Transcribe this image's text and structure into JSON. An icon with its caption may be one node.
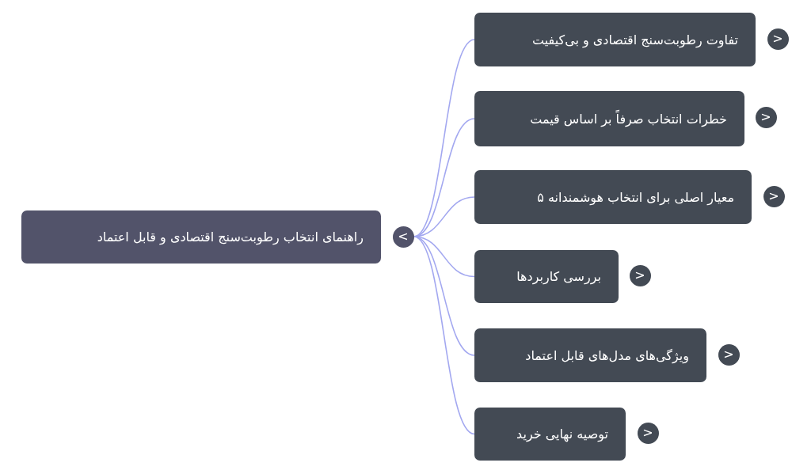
{
  "diagram": {
    "nodes": [
      {
        "text": [
          "راهنمای انتخاب رطوبت‌سنج اقتصادی و قابل اعتماد"
        ],
        "beside": [
          "<"
        ]
      },
      {
        "text": [
          "تفاوت رطوبت‌سنج اقتصادی و بی‌کیفیت"
        ],
        "beside": [
          ">"
        ]
      },
      {
        "text": [
          "خطرات انتخاب صرفاً بر اساس قیمت"
        ],
        "beside": [
          ">"
        ]
      },
      {
        "text": [
          "معیار اصلی برای انتخاب هوشمندانه ۵"
        ],
        "beside": [
          ">"
        ]
      },
      {
        "text": [
          "بررسی کاربردها"
        ],
        "beside": [
          ">"
        ]
      },
      {
        "text": [
          "ویژگی‌های مدل‌های قابل اعتماد"
        ],
        "beside": [
          ">"
        ]
      },
      {
        "text": [
          "توصیه نهایی خرید"
        ],
        "beside": [
          ">"
        ]
      }
    ],
    "edges": [
      {
        "from": 0,
        "to": 1,
        "arrow": "none"
      },
      {
        "from": 0,
        "to": 2,
        "arrow": "none"
      },
      {
        "from": 0,
        "to": 3,
        "arrow": "none"
      },
      {
        "from": 0,
        "to": 4,
        "arrow": "none"
      },
      {
        "from": 0,
        "to": 5,
        "arrow": "none"
      },
      {
        "from": 0,
        "to": 6,
        "arrow": "none"
      }
    ]
  }
}
